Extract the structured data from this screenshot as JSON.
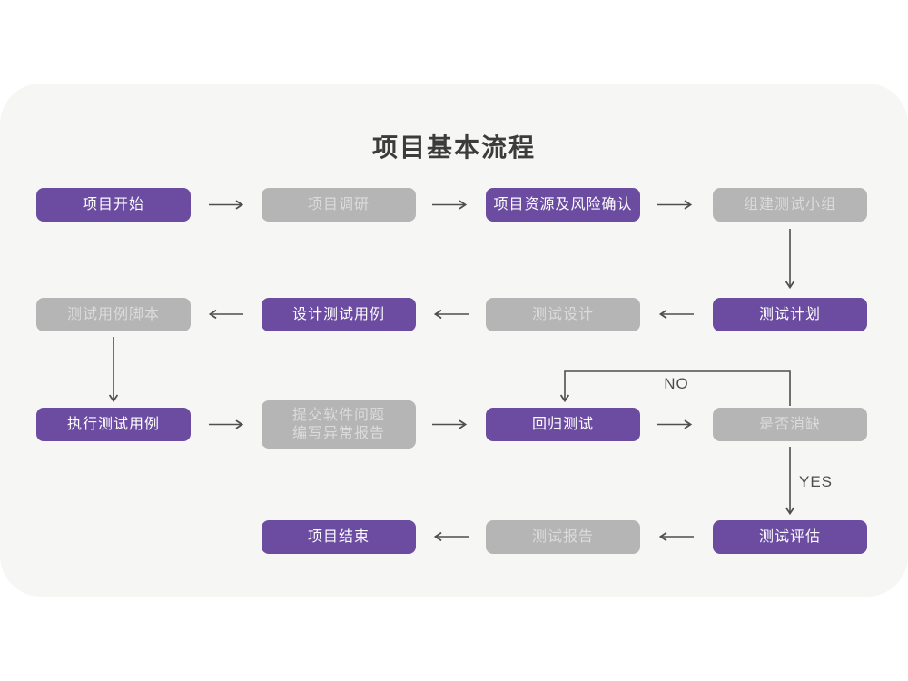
{
  "title": "项目基本流程",
  "colors": {
    "page-bg": "#ffffff",
    "panel-bg": "#f6f6f5",
    "node-purple": "#6B4CA0",
    "node-purple-text": "#fdfcfe",
    "node-gray": "#B5B5B5",
    "node-gray-text": "#DBDBDB",
    "arrow": "#4f4f4f",
    "title-text": "#3c3c3c",
    "label-text": "#4d4d4d"
  },
  "nodes": [
    {
      "label": "项目开始",
      "type": "purple"
    },
    {
      "label": "项目调研",
      "type": "gray"
    },
    {
      "label": "项目资源及风险确认",
      "type": "purple"
    },
    {
      "label": "组建测试小组",
      "type": "gray"
    },
    {
      "label": "测试计划",
      "type": "purple"
    },
    {
      "label": "测试设计",
      "type": "gray"
    },
    {
      "label": "设计测试用例",
      "type": "purple"
    },
    {
      "label": "测试用例脚本",
      "type": "gray"
    },
    {
      "label": "执行测试用例",
      "type": "purple"
    },
    {
      "label_line1": "提交软件问题",
      "label_line2": "编写异常报告",
      "type": "gray"
    },
    {
      "label": "回归测试",
      "type": "purple"
    },
    {
      "label": "是否消缺",
      "type": "gray"
    },
    {
      "label": "测试评估",
      "type": "purple"
    },
    {
      "label": "测试报告",
      "type": "gray"
    },
    {
      "label": "项目结束",
      "type": "purple"
    }
  ],
  "edge_labels": {
    "no": "NO",
    "yes": "YES"
  }
}
